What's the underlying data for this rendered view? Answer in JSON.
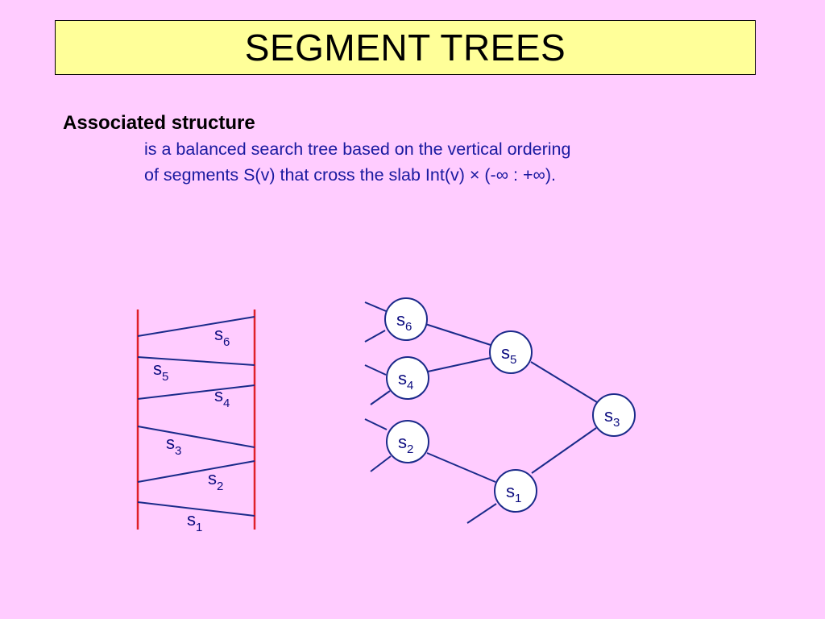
{
  "title": "SEGMENT TREES",
  "heading": "Associated structure",
  "body": {
    "line1": "is a balanced search tree based on the vertical ordering",
    "line2": "of segments S(v) that cross the slab Int(v) × (-∞ : +∞)."
  },
  "colors": {
    "background": "#ffccff",
    "title_box": "#ffff99",
    "slab_boundary": "#e0202a",
    "segments": "#1a2a8a"
  },
  "slab_labels": [
    {
      "base": "s",
      "sub": "6"
    },
    {
      "base": "s",
      "sub": "5"
    },
    {
      "base": "s",
      "sub": "4"
    },
    {
      "base": "s",
      "sub": "3"
    },
    {
      "base": "s",
      "sub": "2"
    },
    {
      "base": "s",
      "sub": "1"
    }
  ],
  "tree_nodes": [
    {
      "base": "s",
      "sub": "6"
    },
    {
      "base": "s",
      "sub": "5"
    },
    {
      "base": "s",
      "sub": "4"
    },
    {
      "base": "s",
      "sub": "3"
    },
    {
      "base": "s",
      "sub": "2"
    },
    {
      "base": "s",
      "sub": "1"
    }
  ],
  "tree_edges": [
    [
      "s6",
      "s5"
    ],
    [
      "s4",
      "s5"
    ],
    [
      "s5",
      "s3"
    ],
    [
      "s3",
      "s1"
    ],
    [
      "s2",
      "s1"
    ]
  ]
}
